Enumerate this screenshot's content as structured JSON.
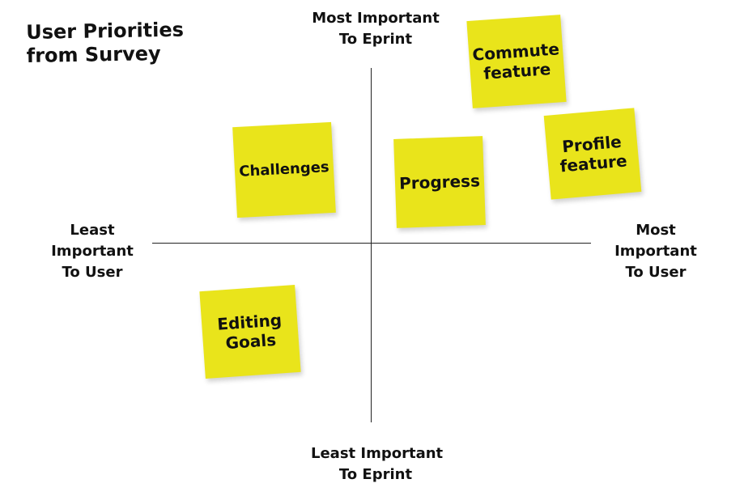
{
  "title": "User Priorities\nfrom Survey",
  "axes": {
    "top": "Most Important\nTo Eprint",
    "bottom": "Least Important\nTo Eprint",
    "left": "Least\nImportant\nTo User",
    "right": "Most\nImportant\nTo User"
  },
  "notes": {
    "commute": "Commute\nfeature",
    "profile": "Profile\nfeature",
    "challenges": "Challenges",
    "progress": "Progress",
    "editing": "Editing\nGoals"
  },
  "colors": {
    "sticky_note": "#e9e41b",
    "axis": "#222222",
    "background": "#ffffff"
  }
}
